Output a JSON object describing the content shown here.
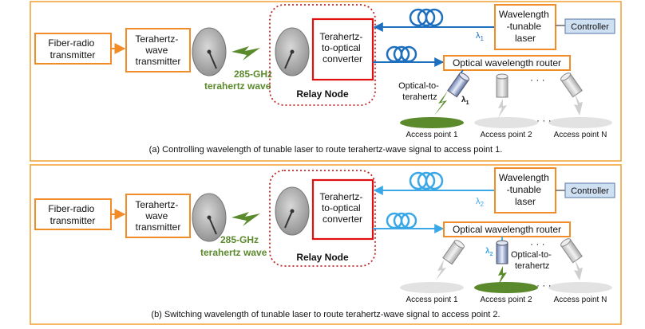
{
  "colors": {
    "panel_border": "#f0a030",
    "box_orange": "#f28c28",
    "box_red": "#e01010",
    "dotted_red": "#c0282a",
    "fiber_dark": "#1f6fbf",
    "fiber_light": "#3aa7e6",
    "controller_fill": "#cfe0f3",
    "green": "#5b8a2c"
  },
  "panels": [
    {
      "caption": "(a) Controlling wavelength of tunable laser to route terahertz-wave signal to access point 1.",
      "fiber_radio_tx": [
        "Fiber-radio",
        "transmitter"
      ],
      "thz_tx": [
        "Terahertz-",
        "wave",
        "transmitter"
      ],
      "freq_label": "285-GHz",
      "wave_label": "terahertz wave",
      "relay_node": "Relay Node",
      "thz_to_optical": [
        "Terahertz-",
        "to-optical",
        "converter"
      ],
      "laser": [
        "Wavelength",
        "-tunable",
        "laser"
      ],
      "controller": "Controller",
      "lambda": "λ",
      "lambda_sub": "1",
      "router": "Optical wavelength router",
      "ellipsis_router": "· · ·",
      "ellipsis_ap": "· · ·",
      "opt_to_thz": [
        "Optical-to-",
        "terahertz"
      ],
      "router_lambda_sub": "1",
      "access_points": [
        "Access point 1",
        "Access point 2",
        "Access point N"
      ],
      "active_ap": 0
    },
    {
      "caption": "(b) Switching wavelength of tunable laser to route terahertz-wave signal to access point 2.",
      "fiber_radio_tx": [
        "Fiber-radio",
        "transmitter"
      ],
      "thz_tx": [
        "Terahertz-",
        "wave",
        "transmitter"
      ],
      "freq_label": "285-GHz",
      "wave_label": "terahertz wave",
      "relay_node": "Relay Node",
      "thz_to_optical": [
        "Terahertz-",
        "to-optical",
        "converter"
      ],
      "laser": [
        "Wavelength",
        "-tunable",
        "laser"
      ],
      "controller": "Controller",
      "lambda": "λ",
      "lambda_sub": "2",
      "router": "Optical wavelength router",
      "ellipsis_router": "· · ·",
      "ellipsis_ap": "· · ·",
      "opt_to_thz": [
        "Optical-to-",
        "terahertz"
      ],
      "router_lambda_sub": "2",
      "access_points": [
        "Access point 1",
        "Access point 2",
        "Access point N"
      ],
      "active_ap": 1
    }
  ]
}
